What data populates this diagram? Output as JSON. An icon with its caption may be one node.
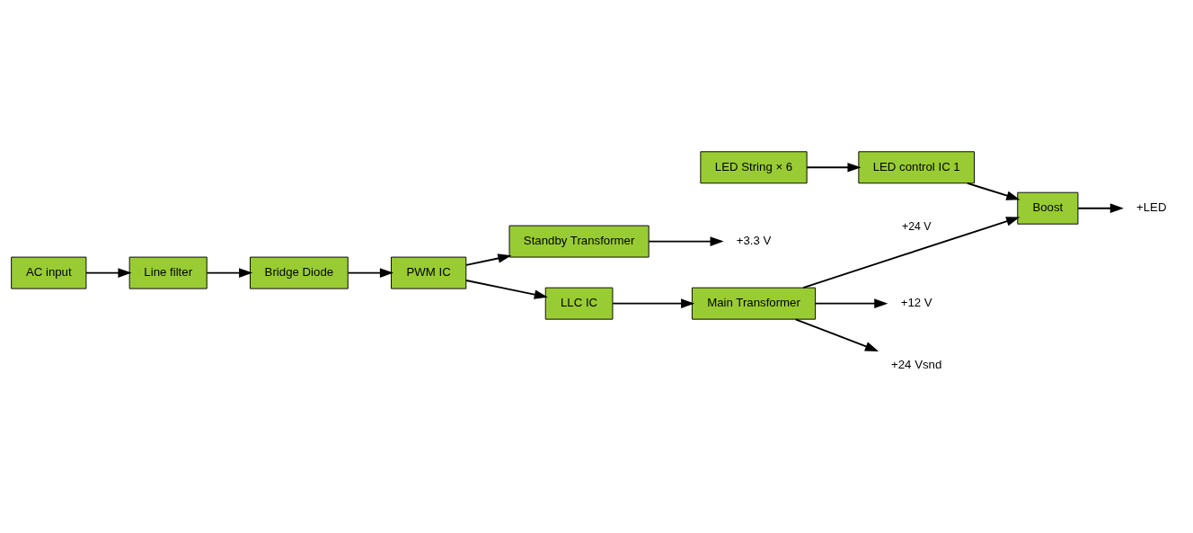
{
  "diagram": {
    "nodes": [
      {
        "text": [
          "Bridge Diode"
        ]
      },
      {
        "text": [
          "PWM IC"
        ]
      },
      {
        "text": [
          "Standby Transformer"
        ]
      },
      {
        "text": [
          "+3.3 V"
        ]
      },
      {
        "text": [
          "+LED"
        ]
      },
      {
        "text": [
          "Line filter"
        ]
      },
      {
        "text": [
          "Boost"
        ]
      },
      {
        "text": [
          "LED control IC 1"
        ]
      },
      {
        "text": [
          "LED String × 6"
        ]
      },
      {
        "text": [
          "AC input"
        ]
      },
      {
        "text": [
          "LLC IC"
        ]
      },
      {
        "text": [
          "Main Transformer"
        ]
      },
      {
        "text": [
          "+12 V"
        ]
      },
      {
        "text": [
          "+24 Vsnd"
        ]
      }
    ],
    "edges": [
      {
        "from": 0,
        "to": 1,
        "arrow": "to"
      },
      {
        "from": 1,
        "to": 2,
        "arrow": "to"
      },
      {
        "from": 2,
        "to": 3,
        "arrow": "to"
      },
      {
        "from": 6,
        "to": 4,
        "arrow": "to"
      },
      {
        "from": 5,
        "to": 0,
        "arrow": "to"
      },
      {
        "from": 9,
        "to": 5,
        "arrow": "to"
      },
      {
        "from": 1,
        "to": 10,
        "arrow": "to"
      },
      {
        "from": 7,
        "to": 6,
        "arrow": "to"
      },
      {
        "from": 8,
        "to": 7,
        "arrow": "to"
      },
      {
        "from": 11,
        "to": 6,
        "arrow": "to",
        "label": "+24 V"
      },
      {
        "from": 10,
        "to": 11,
        "arrow": "to"
      },
      {
        "from": 11,
        "to": 12,
        "arrow": "to"
      },
      {
        "from": 11,
        "to": 13,
        "arrow": "to"
      }
    ]
  }
}
